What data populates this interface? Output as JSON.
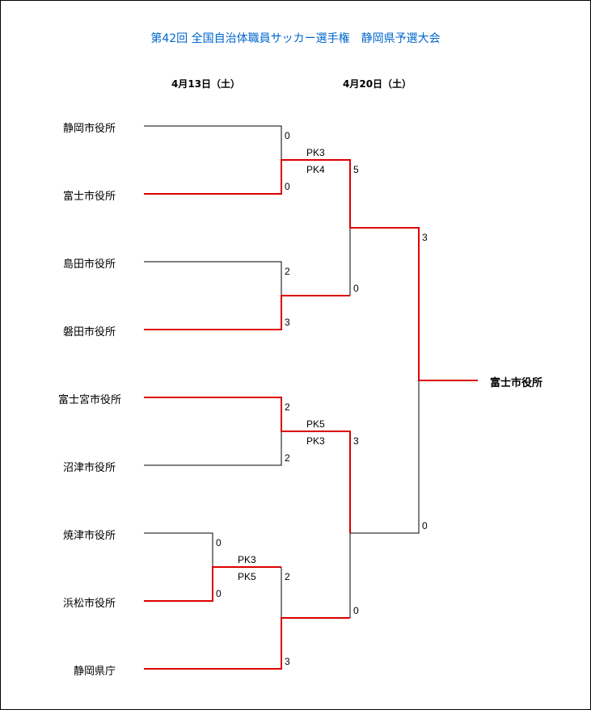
{
  "title": "第42回 全国自治体職員サッカー選手権　静岡県予選大会",
  "dates": [
    "4月13日（土）",
    "4月20日（土）"
  ],
  "colors": {
    "title": "#0066cc",
    "winner_line": "#dd0000",
    "line": "#000000"
  },
  "teams": [
    "静岡市役所",
    "富士市役所",
    "島田市役所",
    "磐田市役所",
    "富士宮市役所",
    "沼津市役所",
    "焼津市役所",
    "浜松市役所",
    "静岡県庁"
  ],
  "scores": {
    "s1": "0",
    "s2": "0",
    "s3": "2",
    "s4": "3",
    "s5": "2",
    "s6": "2",
    "s7": "0",
    "s8": "0",
    "s9": "2",
    "s10": "3",
    "s11": "5",
    "s12": "0",
    "s13": "3",
    "s14": "0",
    "s15": "3",
    "s16": "0"
  },
  "pk": {
    "m1_top": "PK3",
    "m1_bottom": "PK4",
    "m3_top": "PK5",
    "m3_bottom": "PK3",
    "m4_top": "PK3",
    "m4_bottom": "PK5"
  },
  "champion": "富士市役所"
}
